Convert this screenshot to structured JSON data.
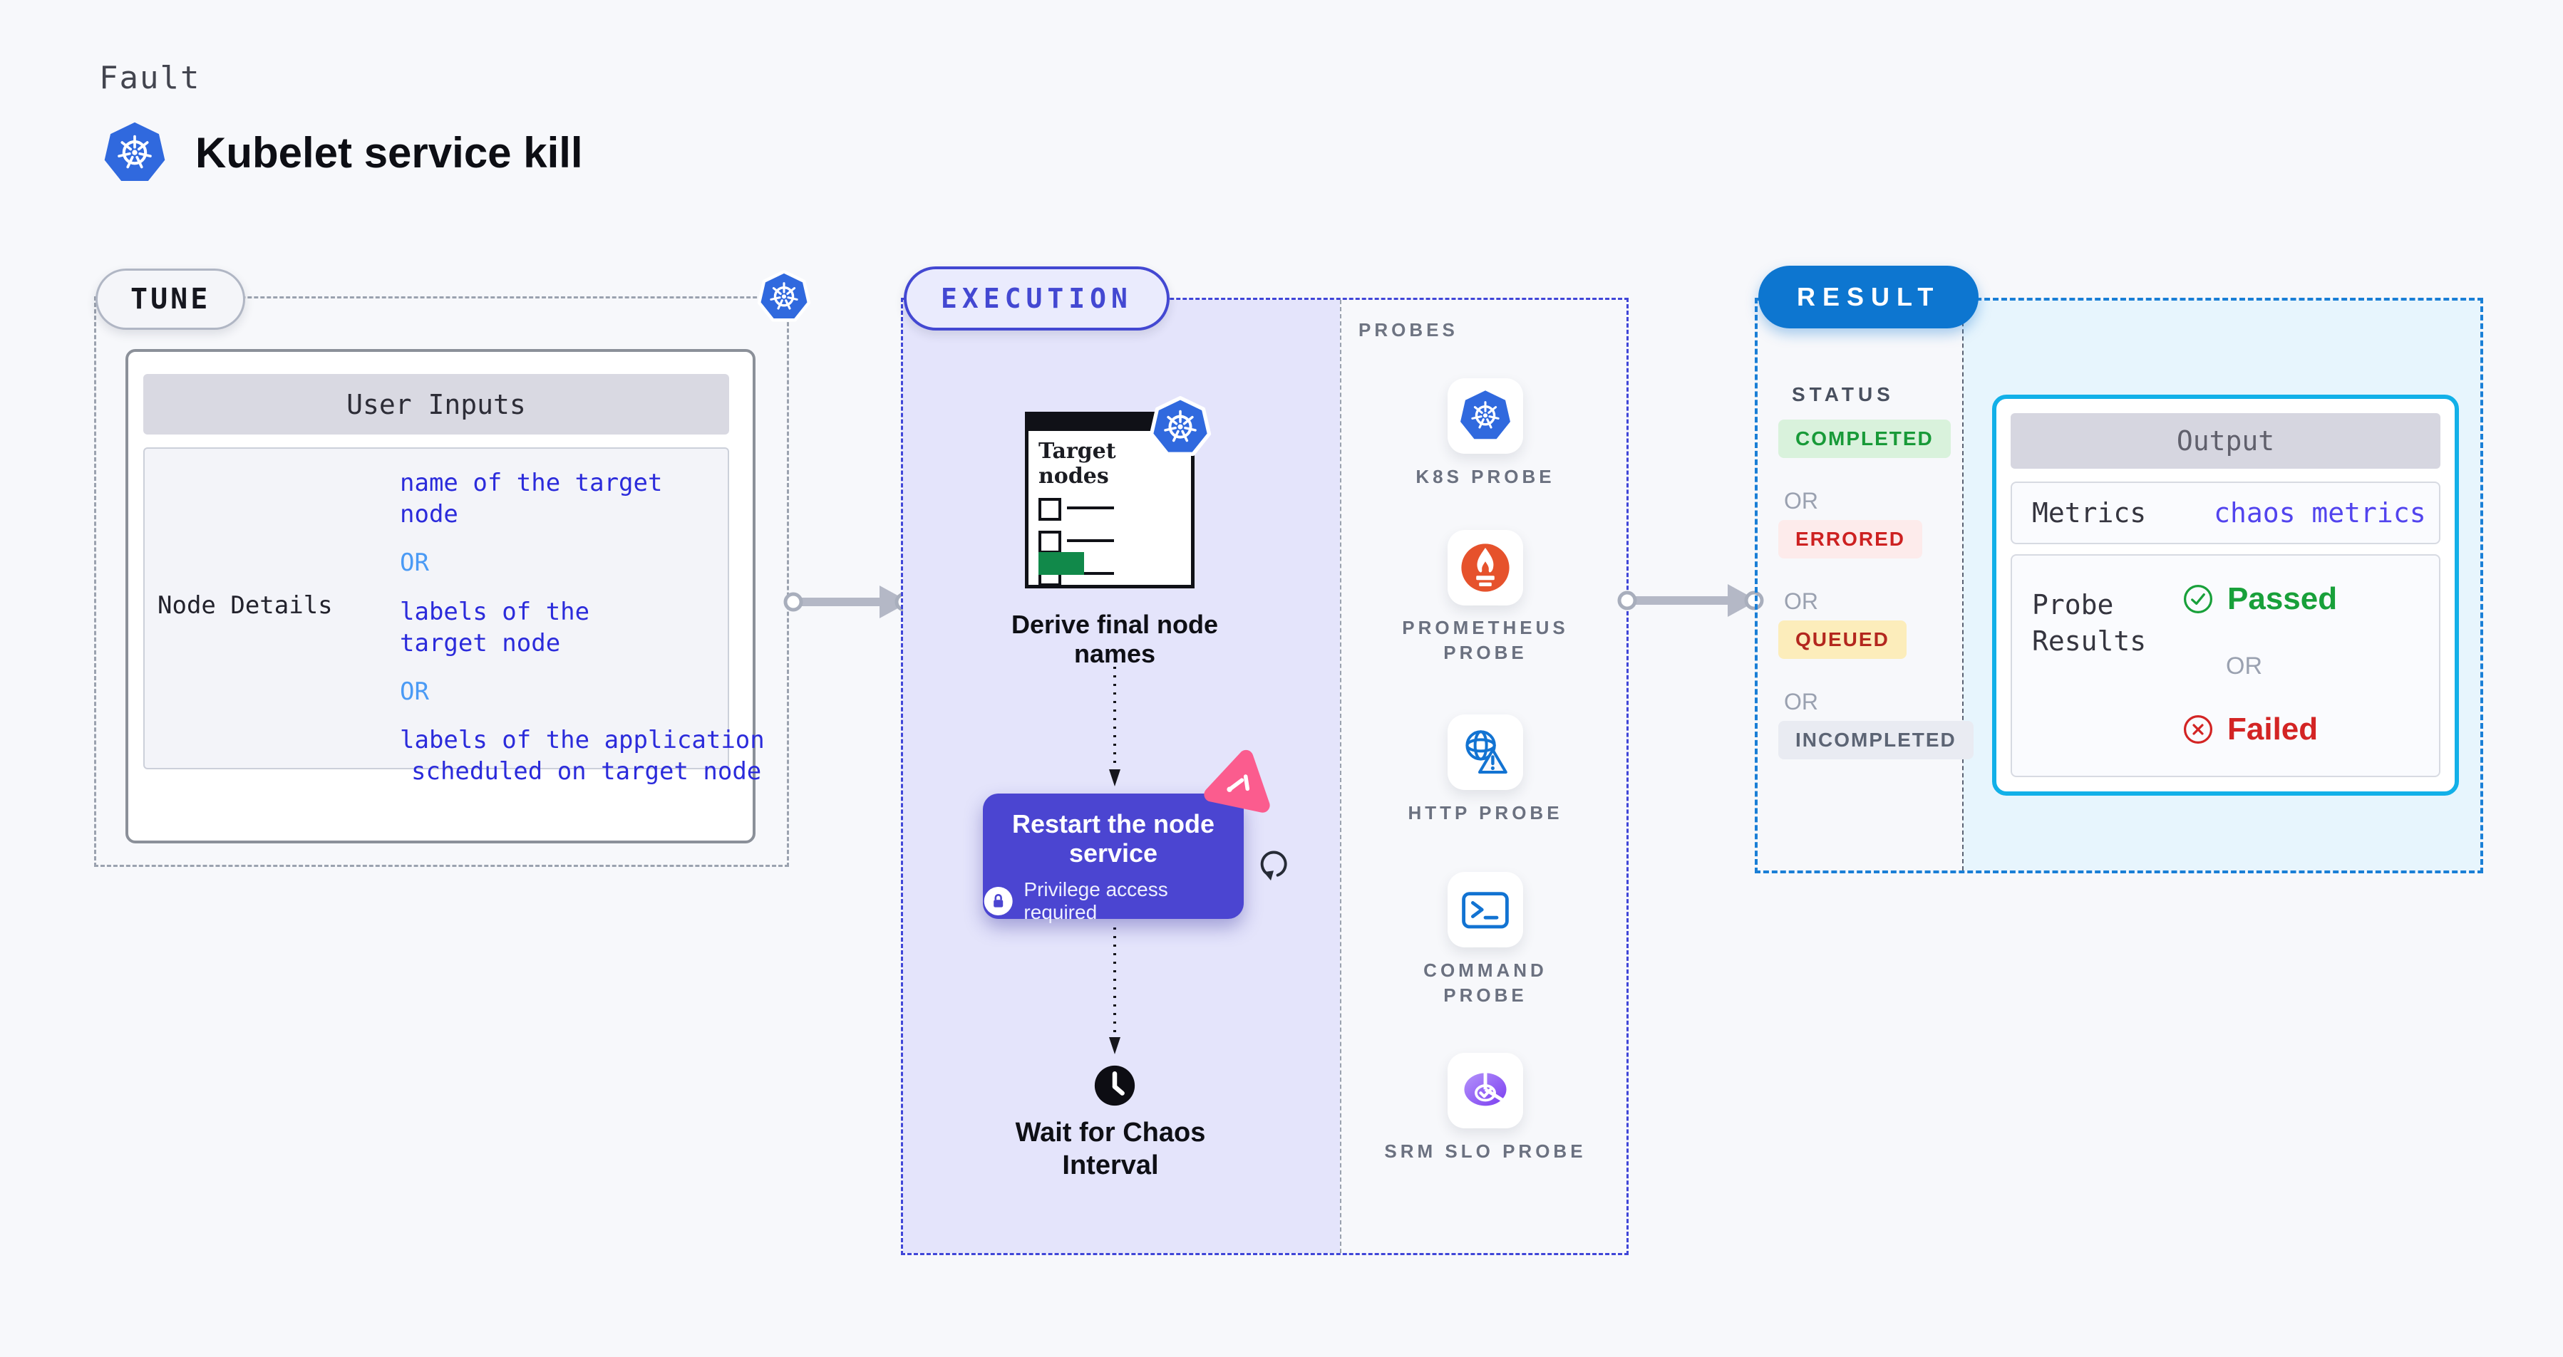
{
  "header": {
    "kicker": "Fault",
    "title": "Kubelet service kill"
  },
  "tune": {
    "label": "TUNE",
    "card_header": "User Inputs",
    "row_label": "Node Details",
    "value_lines": [
      {
        "text": "name of the target",
        "cls": "vline val"
      },
      {
        "text": "node",
        "cls": "vline val"
      },
      {
        "text": "OR",
        "cls": "vline or"
      },
      {
        "text": "labels of the",
        "cls": "vline val"
      },
      {
        "text": "target node",
        "cls": "vline val"
      },
      {
        "text": "OR",
        "cls": "vline or"
      },
      {
        "text": "labels of the application",
        "cls": "vline val"
      },
      {
        "text": "scheduled on target node",
        "cls": "vline val indent"
      }
    ]
  },
  "execution": {
    "label": "EXECUTION",
    "target_doc_title": "Target nodes",
    "derive_label": "Derive final node names",
    "restart_label": "Restart the node service",
    "privilege_label": "Privilege access required",
    "wait_label": "Wait for Chaos Interval",
    "probes_heading": "PROBES",
    "probes": [
      {
        "label": "K8S PROBE",
        "icon": "kubernetes-icon"
      },
      {
        "label": "PROMETHEUS PROBE",
        "icon": "prometheus-icon"
      },
      {
        "label": "HTTP PROBE",
        "icon": "globe-warning-icon"
      },
      {
        "label": "COMMAND PROBE",
        "icon": "terminal-icon"
      },
      {
        "label": "SRM SLO PROBE",
        "icon": "slo-pie-check-icon"
      }
    ]
  },
  "result": {
    "label": "RESULT",
    "status_heading": "STATUS",
    "or_label": "OR",
    "statuses": [
      {
        "label": "COMPLETED",
        "style": "color:#189a38;background:#d9f2dc"
      },
      {
        "label": "ERRORED",
        "style": "color:#cd2121;background:#fdebeb"
      },
      {
        "label": "QUEUED",
        "style": "color:#b3271e;background:#fcedbb"
      },
      {
        "label": "INCOMPLETED",
        "style": "color:#5c6474;background:#e9ebf2"
      }
    ],
    "output": {
      "header": "Output",
      "metrics_label": "Metrics",
      "metrics_value": "chaos metrics",
      "probe_results_label": "Probe Results",
      "passed_label": "Passed",
      "failed_label": "Failed"
    }
  },
  "colors": {
    "page_bg": "#f7f8fb",
    "tune_border": "#9ba2af",
    "execution_accent": "#4348d2",
    "execution_bg": "#e4e4fb",
    "result_accent": "#1a7fd6",
    "result_bg": "#e7f5fd",
    "output_border": "#12b0e8",
    "restart_card_bg": "#4b45d1",
    "value_blue": "#2b2bdb",
    "or_blue": "#4a9af5",
    "k8s_blue": "#3069de",
    "prometheus_orange": "#e6522c",
    "litmus_pink": "#fb5c8e",
    "passed_green": "#18a03a",
    "failed_red": "#d32424",
    "arrow_gray": "#b4b8c6"
  }
}
